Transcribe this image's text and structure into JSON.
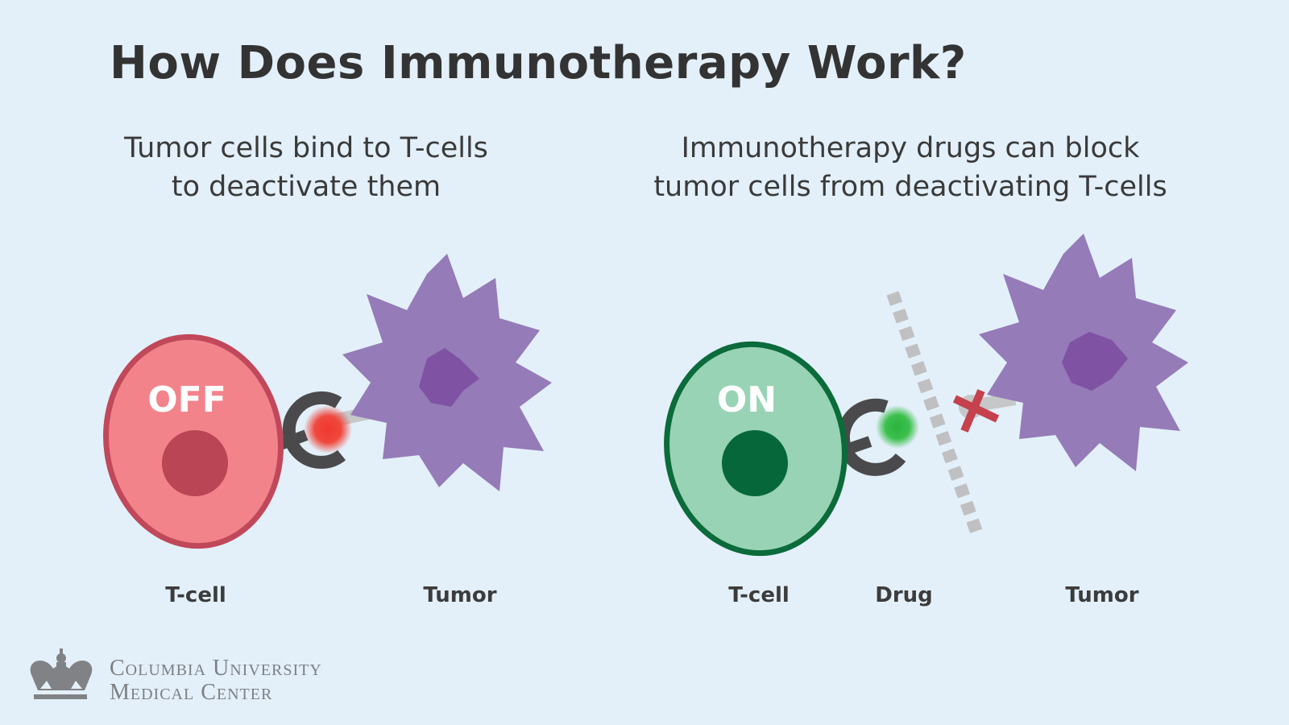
{
  "title": "How Does Immunotherapy Work?",
  "left_panel": {
    "caption_line1": "Tumor cells bind to T-cells",
    "caption_line2": "to deactivate  them",
    "tcell_state": "OFF",
    "label_tcell": "T-cell",
    "label_tumor": "Tumor"
  },
  "right_panel": {
    "caption_line1": "Immunotherapy drugs can block",
    "caption_line2": "tumor cells from deactivating T-cells",
    "tcell_state": "ON",
    "label_tcell": "T-cell",
    "label_drug": "Drug",
    "label_tumor": "Tumor"
  },
  "footer": {
    "logo_line1": "Columbia University",
    "logo_line2": "Medical Center"
  },
  "colors": {
    "background": "#e3f0f9",
    "off_cell": "#f2838b",
    "off_border": "#c0485a",
    "on_cell": "#98d3b5",
    "on_border": "#0b6b3a",
    "tumor": "#957bb8",
    "tumor_nucleus": "#7f52a3"
  }
}
